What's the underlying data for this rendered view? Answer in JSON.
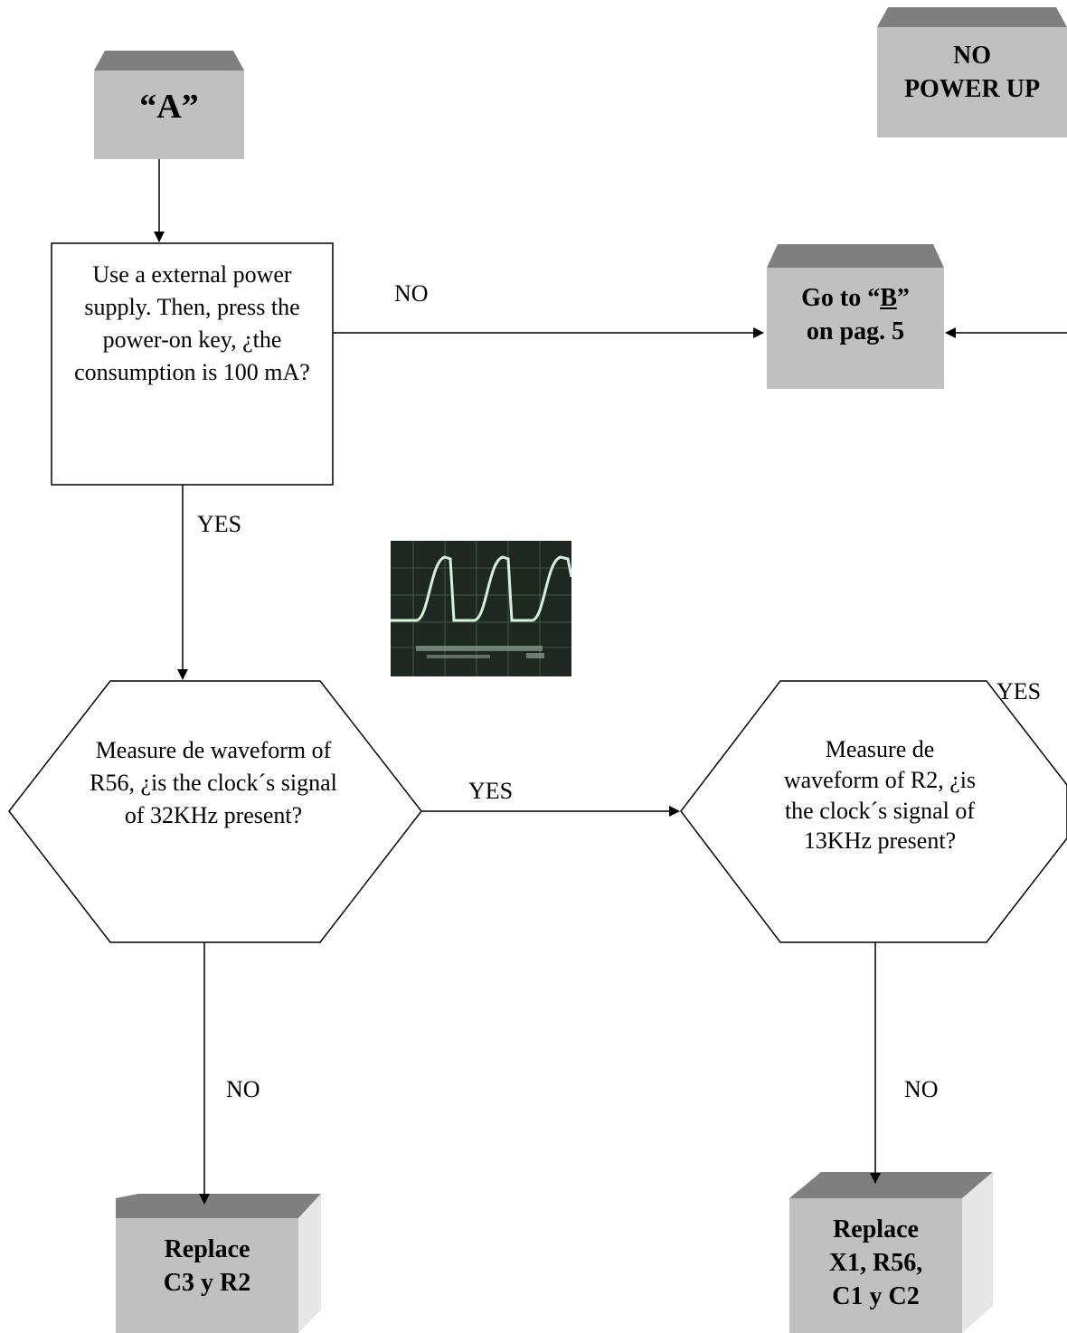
{
  "nodes": {
    "start_a": {
      "label": "“A”"
    },
    "no_power_up": {
      "line1": "NO",
      "line2": "POWER UP"
    },
    "external_supply": {
      "text": "Use a external power supply. Then, press the power-on key, ¿the consumption is 100 mA?"
    },
    "goto_b": {
      "prefix": "Go to “",
      "underlined": "B",
      "suffix": "”",
      "line2": "on pag. 5"
    },
    "measure_r56": {
      "text": "Measure de waveform of R56, ¿is the clock´s signal of 32KHz present?"
    },
    "measure_r2": {
      "text": "Measure de waveform of R2, ¿is the clock´s signal of 13KHz present?"
    },
    "replace_c3_r2": {
      "line1": "Replace",
      "line2": "C3 y R2"
    },
    "replace_x1": {
      "line1": "Replace",
      "line2": "X1, R56,",
      "line3": "C1 y C2"
    }
  },
  "edges": {
    "supply_no": "NO",
    "supply_yes": "YES",
    "r56_yes": "YES",
    "r2_yes": "YES",
    "r56_no": "NO",
    "r2_no": "NO"
  },
  "oscilloscope": {
    "description_icon": "oscilloscope-waveform-image"
  },
  "colors": {
    "box_front": "#c0c0c0",
    "box_top": "#7f7f7f",
    "box_side": "#e6e6e6",
    "scope_trace": "#d6f0dc"
  }
}
